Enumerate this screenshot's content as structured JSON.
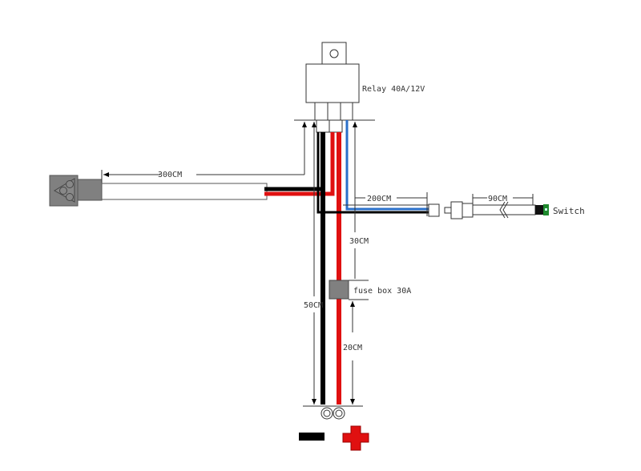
{
  "relay": {
    "label": "Relay 40A/12V"
  },
  "dimensions": {
    "main_cable": "300CM",
    "switch_cable": "200CM",
    "switch_lead": "90CM",
    "relay_to_fuse": "30CM",
    "ground_length": "50CM",
    "fuse_to_battery": "20CM"
  },
  "fuse": {
    "label": "fuse box 30A"
  },
  "switch": {
    "label": "Switch"
  },
  "colors": {
    "black_wire": "#000000",
    "red_wire": "#e01010",
    "blue_wire": "#2a6fc9",
    "connector_grey": "#808080",
    "switch_led": "#1f8a2e"
  }
}
